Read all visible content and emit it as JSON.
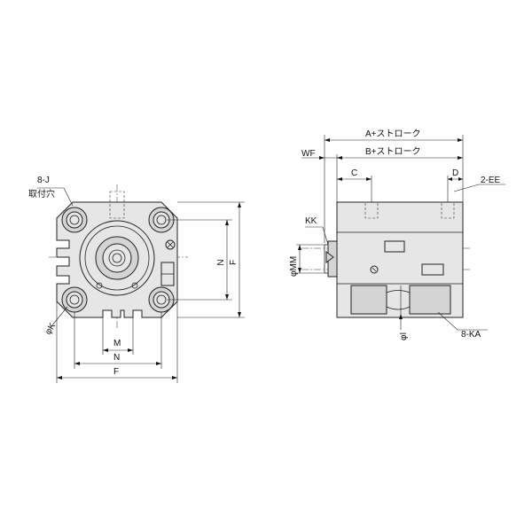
{
  "front_view": {
    "label_holes": "8-J",
    "label_holes_note": "取付穴",
    "label_k": "φK",
    "label_m": "M",
    "label_n_bottom": "N",
    "label_f_bottom": "F",
    "label_n_right": "N",
    "label_f_right": "F"
  },
  "side_view": {
    "label_a": "A+ストローク",
    "label_b": "B+ストローク",
    "label_wf": "WF",
    "label_c": "C",
    "label_d": "D",
    "label_ee": "2-EE",
    "label_kk": "KK",
    "label_mm": "φMM",
    "label_i": "φI",
    "label_ka": "8-KA"
  }
}
